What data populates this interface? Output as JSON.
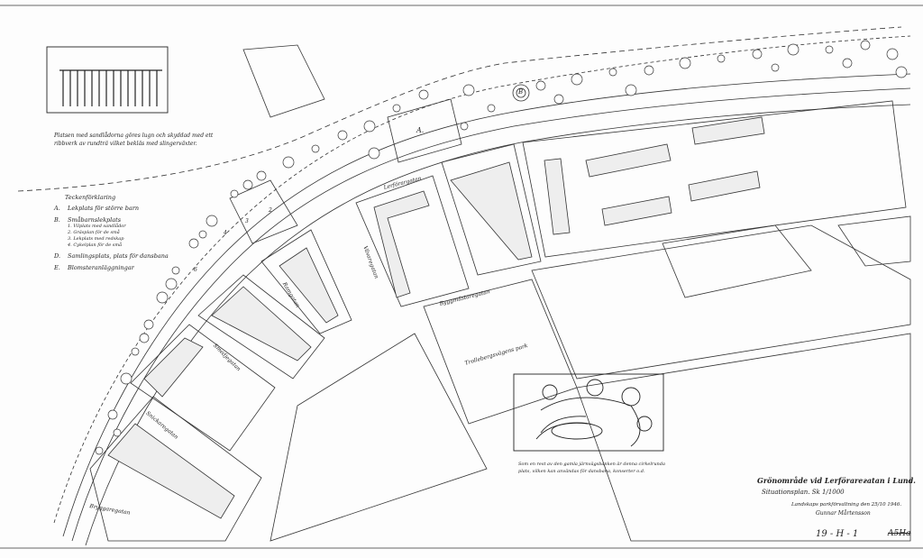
{
  "title": "Grönområde vid Lerförarегatan i Lund.",
  "subtitle": "Situationsplan. Sk 1/1000",
  "approval": "Landskaps parkförvaltning den 25/10 1946.",
  "signature": "Gunnar Mårtensson",
  "sheet_number": "19 - H - 1",
  "archive_mark": "A5Ha",
  "inset_top_caption": [
    "Platsen med sandlådorna göres lugn och skyddad med ett",
    "ribbverk av rundträ vilket bekläs med slingerväxter."
  ],
  "inset_bottom_caption": [
    "Som en rest av den gamla järnvägsbanken är denna cirkelrunda",
    "plats, vilken kan användas för dansbana, konserter o.d."
  ],
  "legend": {
    "heading": "Teckenförklaring",
    "items": [
      {
        "key": "A.",
        "label": "Lekplats för större barn"
      },
      {
        "key": "B.",
        "label": "Småbarnslekplats",
        "sub": [
          "1. Vilplats med sandlådor",
          "2. Gräsplan för de små",
          "3. Lekplats med redskap",
          "4. Cykelplan för de små"
        ]
      },
      {
        "key": "D.",
        "label": "Samlingsplats, plats för dansbana"
      },
      {
        "key": "E.",
        "label": "Blomsteranläggningar"
      }
    ]
  },
  "map_labels": {
    "area_a": "A.",
    "area_b": "B",
    "n2": "2",
    "n3": "3",
    "n4": "4",
    "n6": "6"
  },
  "streets": {
    "s1": "Lerförargatan",
    "s2": "Vävaregatan",
    "s3": "Byggmästaregatan",
    "s4": "Trollebergsvägens park",
    "s5": "Ramgatan",
    "s6": "Smedjegatan",
    "s7": "Snickaregatan",
    "s8": "Bryggaregatan"
  }
}
